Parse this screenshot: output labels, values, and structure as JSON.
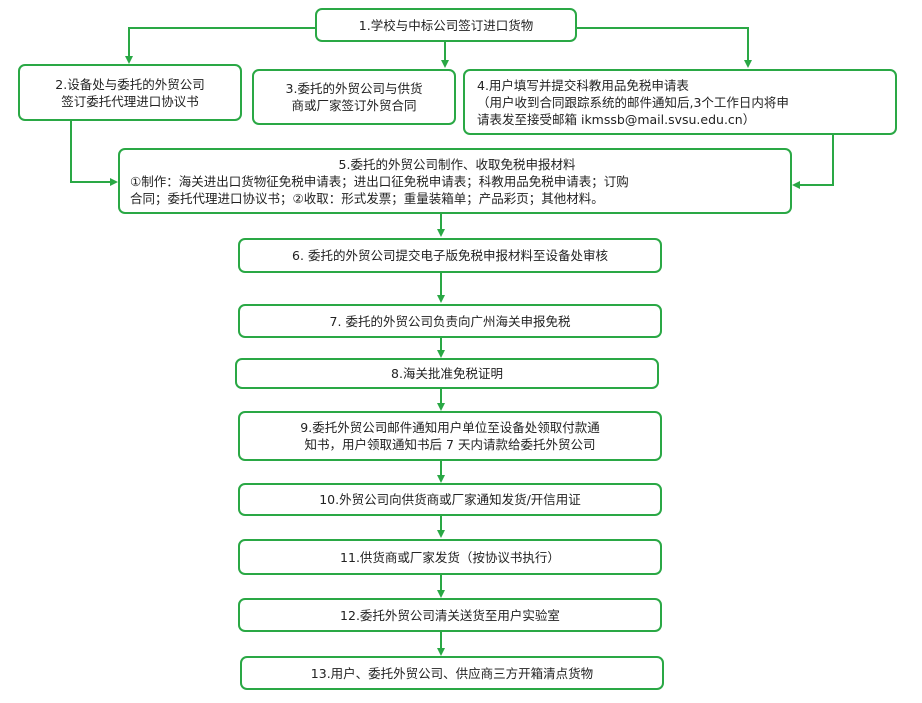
{
  "steps": {
    "s1": "1.学校与中标公司签订进口货物",
    "s2": [
      "2.设备处与委托的外贸公司",
      "签订委托代理进口协议书"
    ],
    "s3": [
      "3.委托的外贸公司与供货",
      "商或厂家签订外贸合同"
    ],
    "s4": [
      "4.用户填写并提交科教用品免税申请表",
      "（用户收到合同跟踪系统的邮件通知后,3个工作日内将申",
      "请表发至接受邮箱 ikmssb@mail.svsu.edu.cn）"
    ],
    "s5": [
      "5.委托的外贸公司制作、收取免税申报材料",
      "①制作：海关进出口货物征免税申请表；进出口征免税申请表；科教用品免税申请表；订购",
      "合同；委托代理进口协议书；②收取：形式发票；重量装箱单；产品彩页；其他材料。"
    ],
    "s6": "6. 委托的外贸公司提交电子版免税申报材料至设备处审核",
    "s7": "7. 委托的外贸公司负责向广州海关申报免税",
    "s8": "8.海关批准免税证明",
    "s9": [
      "9.委托外贸公司邮件通知用户单位至设备处领取付款通",
      "知书，用户领取通知书后 7 天内请款给委托外贸公司"
    ],
    "s10": "10.外贸公司向供货商或厂家通知发货/开信用证",
    "s11": "11.供货商或厂家发货（按协议书执行）",
    "s12": "12.委托外贸公司清关送货至用户实验室",
    "s13": "13.用户、委托外贸公司、供应商三方开箱清点货物"
  },
  "colors": {
    "border": "#2aa845",
    "arrow": "#2aa845"
  }
}
